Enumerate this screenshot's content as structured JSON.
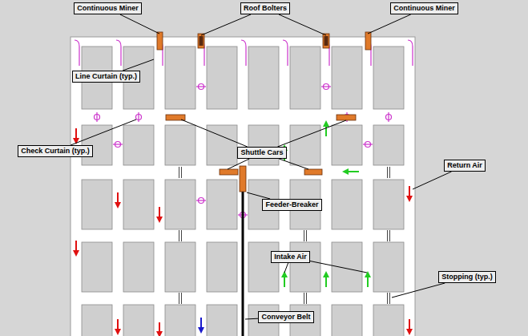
{
  "diagram": {
    "nodes": [
      {
        "text": [
          "Continuous Miner"
        ]
      },
      {
        "text": [
          "Roof Bolters"
        ]
      },
      {
        "text": [
          "Continuous Miner"
        ]
      },
      {
        "text": [
          "Line Curtain (typ.)"
        ]
      },
      {
        "text": [
          "Check Curtain (typ.)"
        ]
      },
      {
        "text": [
          "Shuttle Cars"
        ]
      },
      {
        "text": [
          "Return Air"
        ]
      },
      {
        "text": [
          "Feeder-Breaker"
        ]
      },
      {
        "text": [
          "Intake Air"
        ]
      },
      {
        "text": [
          "Stopping (typ.)"
        ]
      },
      {
        "text": [
          "Conveyor Belt"
        ]
      }
    ]
  }
}
